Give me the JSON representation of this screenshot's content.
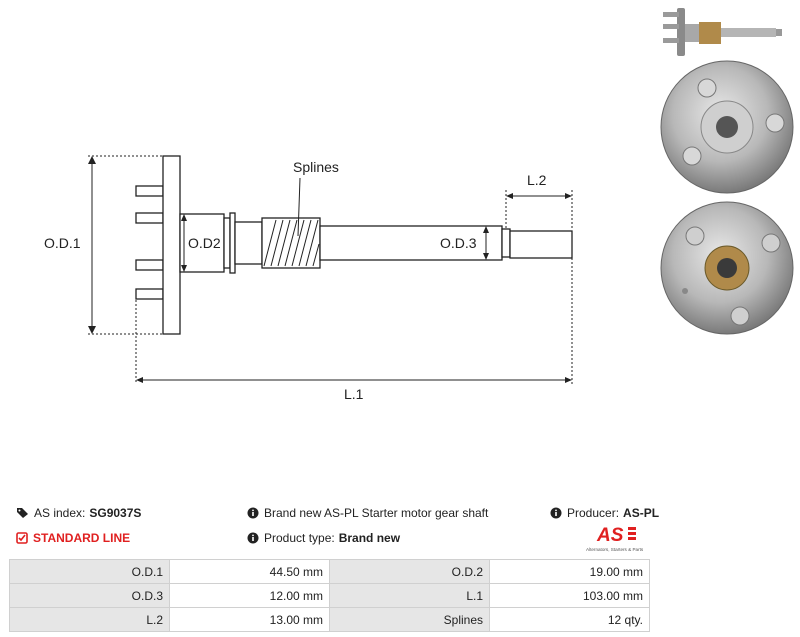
{
  "drawing": {
    "labels": {
      "splines": "Splines",
      "od1": "O.D.1",
      "od2": "O.D2",
      "od3": "O.D.3",
      "l1": "L.1",
      "l2": "L.2"
    }
  },
  "info": {
    "as_index_label": "AS index:",
    "as_index_value": "SG9037S",
    "line": "STANDARD LINE",
    "description": "Brand new AS-PL Starter motor gear shaft",
    "product_type_label": "Product type:",
    "product_type_value": "Brand new",
    "producer_label": "Producer:",
    "producer_value": "AS-PL"
  },
  "logo": {
    "mark": "AS",
    "tagline": "Alternators, Starters & Parts",
    "color": "#e02020"
  },
  "specs": {
    "rows": [
      {
        "l1": "O.D.1",
        "v1": "44.50 mm",
        "l2": "O.D.2",
        "v2": "19.00 mm"
      },
      {
        "l1": "O.D.3",
        "v1": "12.00 mm",
        "l2": "L.1",
        "v2": "103.00 mm"
      },
      {
        "l1": "L.2",
        "v1": "13.00 mm",
        "l2": "Splines",
        "v2": "12 qty."
      }
    ]
  },
  "icons": {
    "tag": "tag-icon",
    "check": "checkbox-icon",
    "info": "info-icon"
  }
}
